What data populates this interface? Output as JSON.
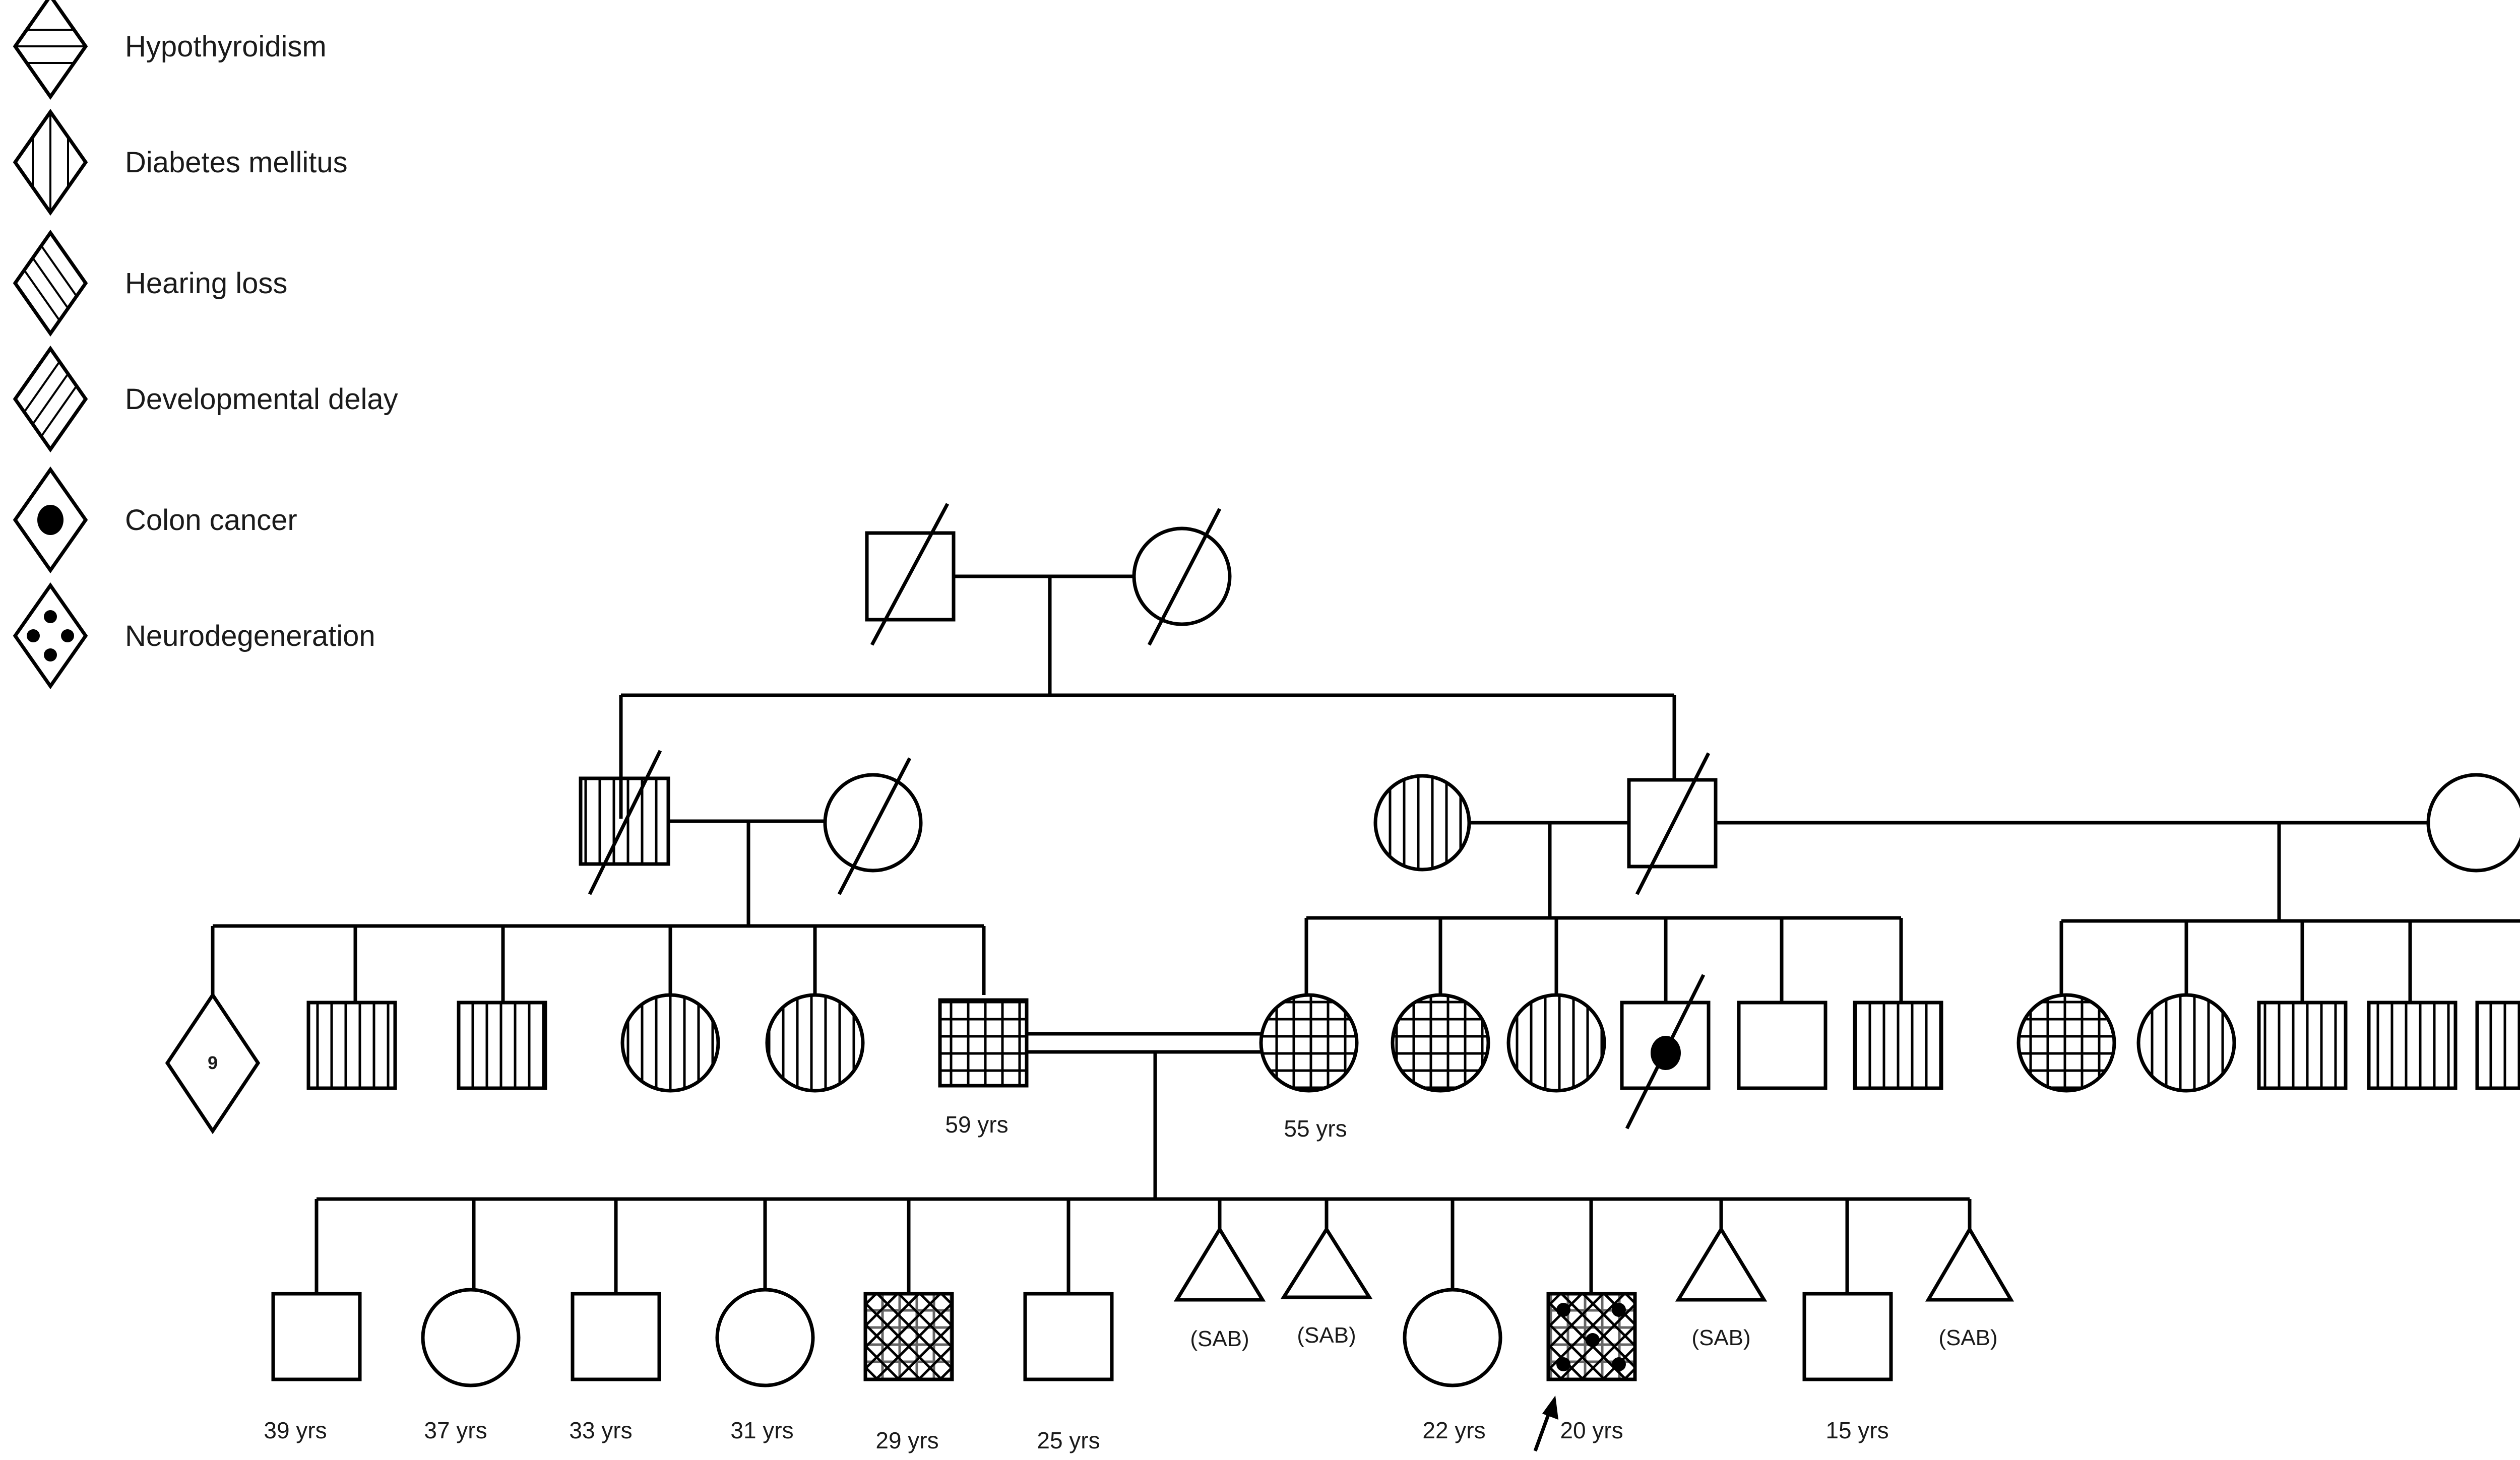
{
  "legend": [
    {
      "key": "hypothyroidism",
      "label": "Hypothyroidism",
      "icon": "diamond-horizontal-lines-icon"
    },
    {
      "key": "diabetes",
      "label": "Diabetes mellitus",
      "icon": "diamond-vertical-lines-icon"
    },
    {
      "key": "hearing",
      "label": "Hearing loss",
      "icon": "diamond-diagonal-lines-icon"
    },
    {
      "key": "devdelay",
      "label": "Developmental delay",
      "icon": "diamond-diagonal-lines-icon"
    },
    {
      "key": "colon",
      "label": "Colon cancer",
      "icon": "diamond-solid-dot-icon"
    },
    {
      "key": "neuro",
      "label": "Neurodegeneration",
      "icon": "diamond-dots-icon"
    }
  ],
  "sibship_count": "9",
  "ages": {
    "father": "59 yrs",
    "mother": "55 yrs",
    "c1": "39 yrs",
    "c2": "37 yrs",
    "c3": "33 yrs",
    "c4": "31 yrs",
    "c5": "29 yrs",
    "c6": "25 yrs",
    "c9": "22 yrs",
    "c10": "20 yrs",
    "c12": "15 yrs"
  },
  "sab_label": "(SAB)",
  "proband_marker": "proband-arrow"
}
